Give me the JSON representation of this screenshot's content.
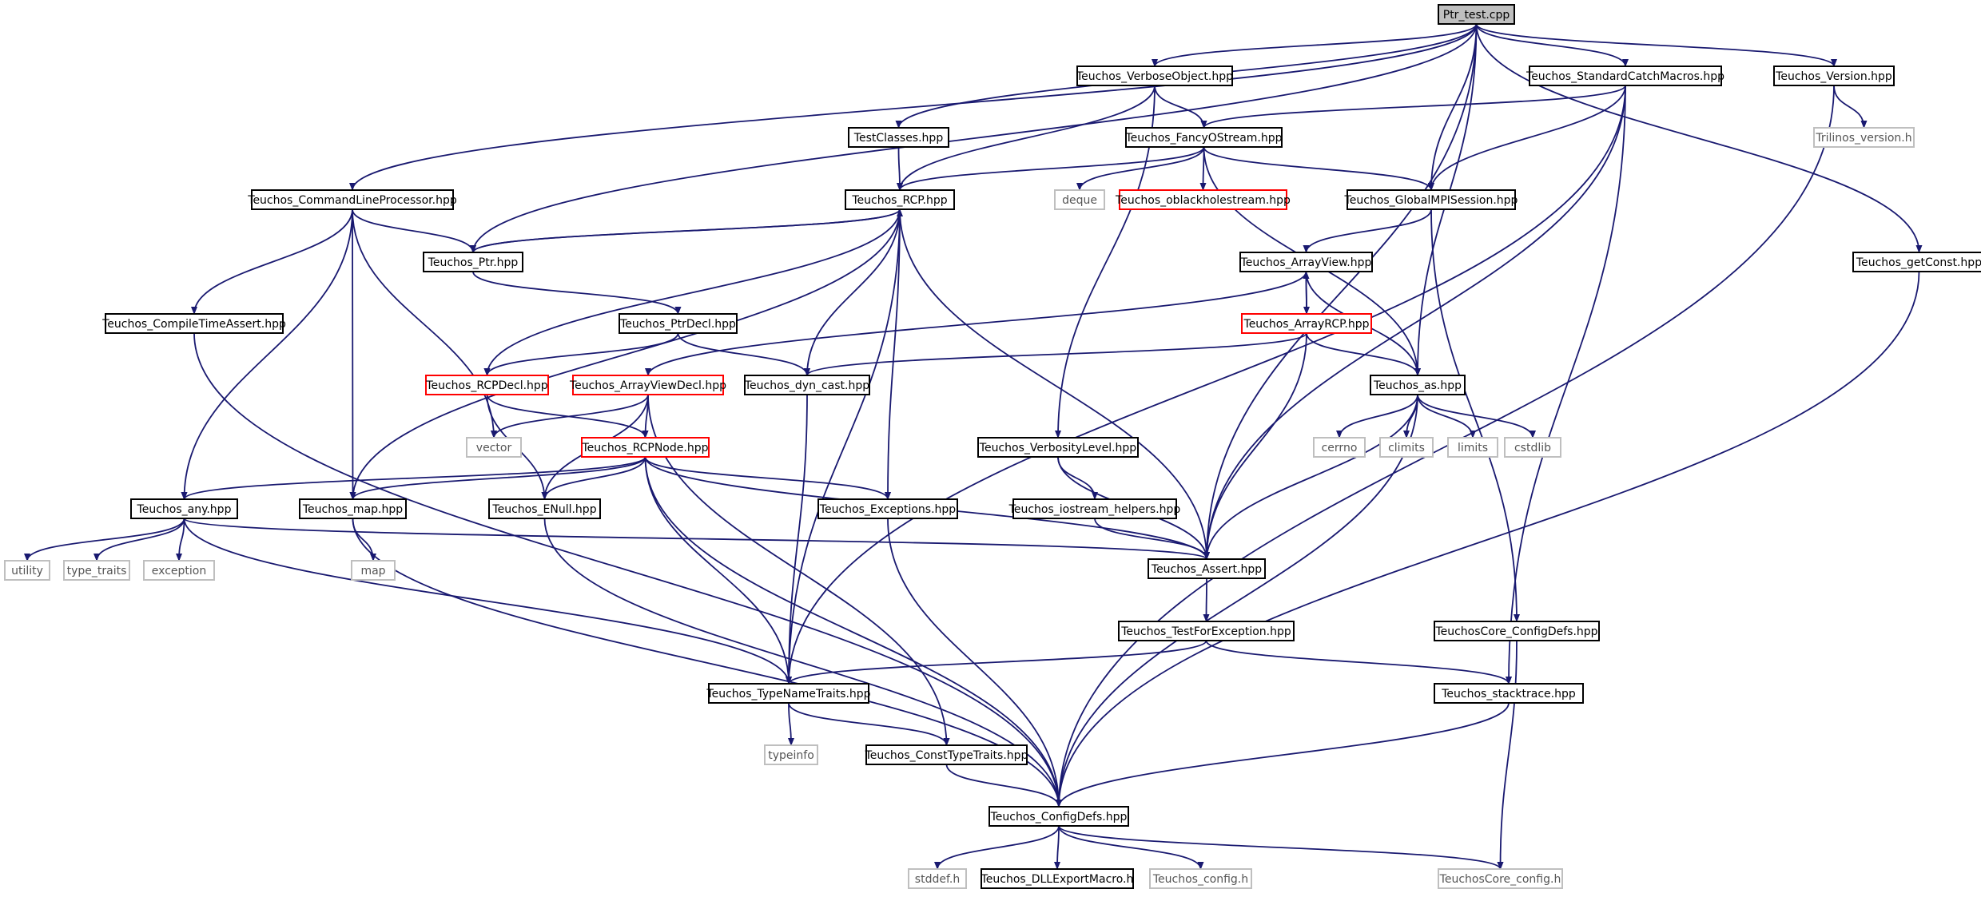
{
  "diagram": {
    "colors": {
      "edge": "#191970",
      "normal_border": "#000000",
      "highlight_border": "#ff0000",
      "external_border": "#bfbfbf",
      "root_fill": "#bfbfbf",
      "external_text": "#555555"
    },
    "nodes": [
      {
        "id": "root",
        "label": "Ptr_test.cpp",
        "kind": "root"
      },
      {
        "id": "verboseobject",
        "label": "Teuchos_VerboseObject.hpp",
        "kind": "normal"
      },
      {
        "id": "stdcatch",
        "label": "Teuchos_StandardCatchMacros.hpp",
        "kind": "normal"
      },
      {
        "id": "version",
        "label": "Teuchos_Version.hpp",
        "kind": "normal"
      },
      {
        "id": "trilinosver",
        "label": "Trilinos_version.h",
        "kind": "external"
      },
      {
        "id": "testclasses",
        "label": "TestClasses.hpp",
        "kind": "normal"
      },
      {
        "id": "fancyostream",
        "label": "Teuchos_FancyOStream.hpp",
        "kind": "normal"
      },
      {
        "id": "clp",
        "label": "Teuchos_CommandLineProcessor.hpp",
        "kind": "normal"
      },
      {
        "id": "rcp",
        "label": "Teuchos_RCP.hpp",
        "kind": "normal"
      },
      {
        "id": "deque",
        "label": "deque",
        "kind": "external"
      },
      {
        "id": "oblackhole",
        "label": "Teuchos_oblackholestream.hpp",
        "kind": "highlight"
      },
      {
        "id": "globalmpi",
        "label": "Teuchos_GlobalMPISession.hpp",
        "kind": "normal"
      },
      {
        "id": "ptr",
        "label": "Teuchos_Ptr.hpp",
        "kind": "normal"
      },
      {
        "id": "arrayview",
        "label": "Teuchos_ArrayView.hpp",
        "kind": "normal"
      },
      {
        "id": "getconst",
        "label": "Teuchos_getConst.hpp",
        "kind": "normal"
      },
      {
        "id": "compiletime",
        "label": "Teuchos_CompileTimeAssert.hpp",
        "kind": "normal"
      },
      {
        "id": "ptrdecl",
        "label": "Teuchos_PtrDecl.hpp",
        "kind": "normal"
      },
      {
        "id": "arrayrcp",
        "label": "Teuchos_ArrayRCP.hpp",
        "kind": "highlight"
      },
      {
        "id": "rcpdecl",
        "label": "Teuchos_RCPDecl.hpp",
        "kind": "highlight"
      },
      {
        "id": "arrayviewdecl",
        "label": "Teuchos_ArrayViewDecl.hpp",
        "kind": "highlight"
      },
      {
        "id": "dyncast",
        "label": "Teuchos_dyn_cast.hpp",
        "kind": "normal"
      },
      {
        "id": "as",
        "label": "Teuchos_as.hpp",
        "kind": "normal"
      },
      {
        "id": "vector",
        "label": "vector",
        "kind": "external"
      },
      {
        "id": "rcpnode",
        "label": "Teuchos_RCPNode.hpp",
        "kind": "highlight"
      },
      {
        "id": "verbositylevel",
        "label": "Teuchos_VerbosityLevel.hpp",
        "kind": "normal"
      },
      {
        "id": "cerrno",
        "label": "cerrno",
        "kind": "external"
      },
      {
        "id": "climits",
        "label": "climits",
        "kind": "external"
      },
      {
        "id": "limits",
        "label": "limits",
        "kind": "external"
      },
      {
        "id": "cstdlib",
        "label": "cstdlib",
        "kind": "external"
      },
      {
        "id": "any",
        "label": "Teuchos_any.hpp",
        "kind": "normal"
      },
      {
        "id": "map",
        "label": "Teuchos_map.hpp",
        "kind": "normal"
      },
      {
        "id": "enull",
        "label": "Teuchos_ENull.hpp",
        "kind": "normal"
      },
      {
        "id": "exceptions",
        "label": "Teuchos_Exceptions.hpp",
        "kind": "normal"
      },
      {
        "id": "iostreamhelpers",
        "label": "Teuchos_iostream_helpers.hpp",
        "kind": "normal"
      },
      {
        "id": "utility",
        "label": "utility",
        "kind": "external"
      },
      {
        "id": "typetraits",
        "label": "type_traits",
        "kind": "external"
      },
      {
        "id": "exception",
        "label": "exception",
        "kind": "external"
      },
      {
        "id": "mapstd",
        "label": "map",
        "kind": "external"
      },
      {
        "id": "assert",
        "label": "Teuchos_Assert.hpp",
        "kind": "normal"
      },
      {
        "id": "testforexc",
        "label": "Teuchos_TestForException.hpp",
        "kind": "normal"
      },
      {
        "id": "coreconfigdefs",
        "label": "TeuchosCore_ConfigDefs.hpp",
        "kind": "normal"
      },
      {
        "id": "typenametraits",
        "label": "Teuchos_TypeNameTraits.hpp",
        "kind": "normal"
      },
      {
        "id": "stacktrace",
        "label": "Teuchos_stacktrace.hpp",
        "kind": "normal"
      },
      {
        "id": "typeinfo",
        "label": "typeinfo",
        "kind": "external"
      },
      {
        "id": "consttypetraits",
        "label": "Teuchos_ConstTypeTraits.hpp",
        "kind": "normal"
      },
      {
        "id": "configdefs",
        "label": "Teuchos_ConfigDefs.hpp",
        "kind": "normal"
      },
      {
        "id": "stddef",
        "label": "stddef.h",
        "kind": "external"
      },
      {
        "id": "dllexport",
        "label": "Teuchos_DLLExportMacro.h",
        "kind": "normal"
      },
      {
        "id": "config",
        "label": "Teuchos_config.h",
        "kind": "external"
      },
      {
        "id": "coreconfig",
        "label": "TeuchosCore_config.h",
        "kind": "external"
      }
    ],
    "edges": [
      [
        "root",
        "verboseobject"
      ],
      [
        "root",
        "stdcatch"
      ],
      [
        "root",
        "version"
      ],
      [
        "root",
        "testclasses"
      ],
      [
        "root",
        "clp"
      ],
      [
        "root",
        "ptr"
      ],
      [
        "root",
        "globalmpi"
      ],
      [
        "root",
        "as"
      ],
      [
        "root",
        "assert"
      ],
      [
        "root",
        "getconst"
      ],
      [
        "version",
        "trilinosver"
      ],
      [
        "version",
        "configdefs"
      ],
      [
        "verboseobject",
        "fancyostream"
      ],
      [
        "verboseobject",
        "rcp"
      ],
      [
        "verboseobject",
        "verbositylevel"
      ],
      [
        "stdcatch",
        "fancyostream"
      ],
      [
        "stdcatch",
        "globalmpi"
      ],
      [
        "stdcatch",
        "assert"
      ],
      [
        "stdcatch",
        "typenametraits"
      ],
      [
        "stdcatch",
        "stacktrace"
      ],
      [
        "testclasses",
        "rcp"
      ],
      [
        "fancyostream",
        "rcp"
      ],
      [
        "fancyostream",
        "deque"
      ],
      [
        "fancyostream",
        "oblackhole"
      ],
      [
        "fancyostream",
        "globalmpi"
      ],
      [
        "fancyostream",
        "as"
      ],
      [
        "clp",
        "ptr"
      ],
      [
        "clp",
        "compiletime"
      ],
      [
        "clp",
        "any"
      ],
      [
        "clp",
        "map"
      ],
      [
        "clp",
        "vector"
      ],
      [
        "rcp",
        "ptr"
      ],
      [
        "rcp",
        "rcpdecl"
      ],
      [
        "rcp",
        "dyncast"
      ],
      [
        "rcp",
        "map"
      ],
      [
        "rcp",
        "exceptions"
      ],
      [
        "rcp",
        "assert"
      ],
      [
        "rcp",
        "typenametraits"
      ],
      [
        "ptr",
        "rcp"
      ],
      [
        "ptr",
        "ptrdecl"
      ],
      [
        "globalmpi",
        "arrayview"
      ],
      [
        "globalmpi",
        "coreconfigdefs"
      ],
      [
        "arrayview",
        "arrayrcp"
      ],
      [
        "arrayview",
        "arrayviewdecl"
      ],
      [
        "arrayview",
        "as"
      ],
      [
        "arrayrcp",
        "arrayview"
      ],
      [
        "arrayrcp",
        "dyncast"
      ],
      [
        "arrayrcp",
        "as"
      ],
      [
        "arrayrcp",
        "assert"
      ],
      [
        "getconst",
        "configdefs"
      ],
      [
        "compiletime",
        "configdefs"
      ],
      [
        "ptrdecl",
        "rcpdecl"
      ],
      [
        "ptrdecl",
        "dyncast"
      ],
      [
        "rcpdecl",
        "rcpnode"
      ],
      [
        "rcpdecl",
        "enull"
      ],
      [
        "arrayviewdecl",
        "rcpnode"
      ],
      [
        "arrayviewdecl",
        "vector"
      ],
      [
        "arrayviewdecl",
        "enull"
      ],
      [
        "arrayviewdecl",
        "consttypetraits"
      ],
      [
        "dyncast",
        "typenametraits"
      ],
      [
        "as",
        "cerrno"
      ],
      [
        "as",
        "climits"
      ],
      [
        "as",
        "limits"
      ],
      [
        "as",
        "cstdlib"
      ],
      [
        "as",
        "assert"
      ],
      [
        "as",
        "configdefs"
      ],
      [
        "rcpnode",
        "any"
      ],
      [
        "rcpnode",
        "map"
      ],
      [
        "rcpnode",
        "enull"
      ],
      [
        "rcpnode",
        "exceptions"
      ],
      [
        "rcpnode",
        "assert"
      ],
      [
        "rcpnode",
        "typenametraits"
      ],
      [
        "rcpnode",
        "configdefs"
      ],
      [
        "verbositylevel",
        "iostreamhelpers"
      ],
      [
        "verbositylevel",
        "assert"
      ],
      [
        "iostreamhelpers",
        "assert"
      ],
      [
        "any",
        "utility"
      ],
      [
        "any",
        "typetraits"
      ],
      [
        "any",
        "exception"
      ],
      [
        "any",
        "assert"
      ],
      [
        "any",
        "typenametraits"
      ],
      [
        "map",
        "mapstd"
      ],
      [
        "map",
        "configdefs"
      ],
      [
        "enull",
        "configdefs"
      ],
      [
        "exceptions",
        "configdefs"
      ],
      [
        "assert",
        "testforexc"
      ],
      [
        "testforexc",
        "typenametraits"
      ],
      [
        "testforexc",
        "stacktrace"
      ],
      [
        "coreconfigdefs",
        "coreconfig"
      ],
      [
        "typenametraits",
        "typeinfo"
      ],
      [
        "typenametraits",
        "consttypetraits"
      ],
      [
        "stacktrace",
        "configdefs"
      ],
      [
        "consttypetraits",
        "configdefs"
      ],
      [
        "configdefs",
        "stddef"
      ],
      [
        "configdefs",
        "dllexport"
      ],
      [
        "configdefs",
        "config"
      ],
      [
        "configdefs",
        "coreconfig"
      ]
    ]
  }
}
